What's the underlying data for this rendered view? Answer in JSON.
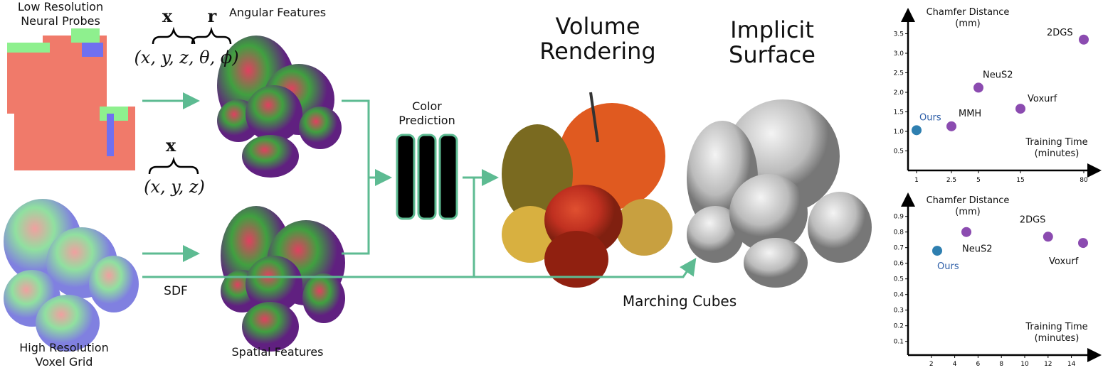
{
  "labels": {
    "low_res": "Low Resolution\nNeural Probes",
    "high_res": "High Resolution\nVoxel Grid",
    "angular": "Angular Features",
    "spatial": "Spatial Features",
    "x_bold_top": "x",
    "r_bold": "r",
    "coords_top": "(x, y, z, θ, ϕ)",
    "x_bold_bottom": "x",
    "coords_bottom": "(x, y, z)",
    "sdf": "SDF",
    "color_prediction": "Color\nPrediction",
    "volume_rendering": "Volume\nRendering",
    "implicit_surface": "Implicit\nSurface",
    "marching_cubes": "Marching Cubes"
  },
  "colors": {
    "arrow": "#5dbb92",
    "ours": "#2e7fb0",
    "others": "#8b4bb0",
    "ours_label": "#2e5fa8"
  },
  "chart_data": [
    {
      "type": "scatter",
      "ylabel": "Chamfer Distance\n(mm)",
      "xlabel": "Training Time\n(minutes)",
      "x_ticks": [
        "1",
        "2.5",
        "5",
        "15",
        "80"
      ],
      "y_ticks": [
        "0.5",
        "1.0",
        "1.5",
        "2.0",
        "2.5",
        "3.0",
        "3.5"
      ],
      "points": [
        {
          "label": "Ours",
          "x": 1,
          "y": 1.03
        },
        {
          "label": "MMH",
          "x": 2.5,
          "y": 1.13
        },
        {
          "label": "NeuS2",
          "x": 5,
          "y": 2.12
        },
        {
          "label": "Voxurf",
          "x": 15,
          "y": 1.58
        },
        {
          "label": "2DGS",
          "x": 80,
          "y": 3.35
        }
      ]
    },
    {
      "type": "scatter",
      "ylabel": "Chamfer Distance\n(mm)",
      "xlabel": "Training Time\n(minutes)",
      "x_ticks": [
        "2",
        "4",
        "6",
        "8",
        "10",
        "12",
        "14"
      ],
      "y_ticks": [
        "0.1",
        "0.2",
        "0.3",
        "0.4",
        "0.5",
        "0.6",
        "0.7",
        "0.8",
        "0.9"
      ],
      "points": [
        {
          "label": "Ours",
          "x": 2.5,
          "y": 0.68
        },
        {
          "label": "NeuS2",
          "x": 5,
          "y": 0.8
        },
        {
          "label": "2DGS",
          "x": 12,
          "y": 0.77
        },
        {
          "label": "Voxurf",
          "x": 15,
          "y": 0.73
        }
      ]
    }
  ]
}
